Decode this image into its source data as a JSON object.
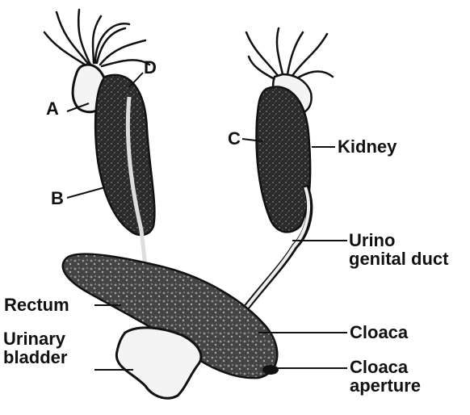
{
  "labels": {
    "a": "A",
    "b": "B",
    "c": "C",
    "d": "D",
    "kidney": "Kidney",
    "urinogenital_duct": "Urino\ngenital duct",
    "rectum": "Rectum",
    "urinary_bladder": "Urinary\nbladder",
    "cloaca": "Cloaca",
    "cloaca_aperture": "Cloaca\naperture"
  },
  "colors": {
    "ink": "#111111",
    "organ_dark": "#2a2a2a",
    "organ_light": "#f4f4f4"
  }
}
